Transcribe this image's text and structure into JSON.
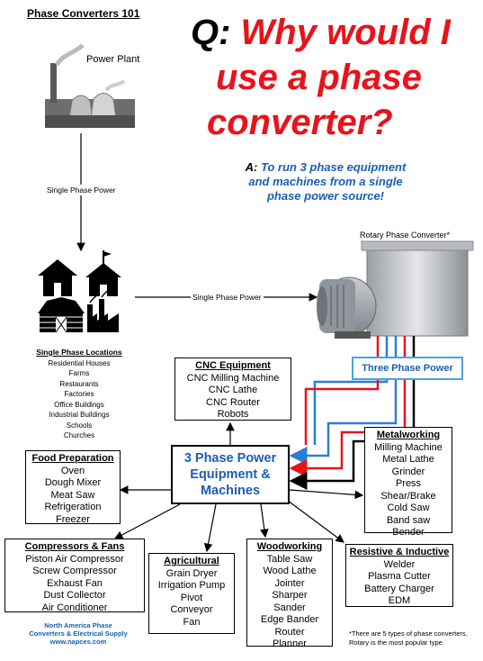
{
  "header": {
    "title": "Phase Converters 101",
    "q_prefix": "Q:",
    "q_line1": " Why would I",
    "q_line2": "use a phase",
    "q_line3": "converter?",
    "a_prefix": "A:",
    "a_text": " To run 3 phase equipment and machines from a single phase power source!"
  },
  "labels": {
    "power_plant": "Power Plant",
    "single_phase_vertical": "Single Phase Power",
    "single_phase_horizontal": "Single Phase Power",
    "rotary": "Rotary Phase Converter*",
    "three_phase_power": "Three Phase Power"
  },
  "locations": {
    "heading": "Single Phase Locations",
    "items": [
      "Residential Houses",
      "Farms",
      "Restaurants",
      "Factories",
      "Office Buildings",
      "Industrial Buildings",
      "Schools",
      "Churches"
    ]
  },
  "central": {
    "line1": "3 Phase Power",
    "line2": "Equipment &",
    "line3": "Machines"
  },
  "categories": {
    "cnc": {
      "heading": "CNC Equipment",
      "items": [
        "CNC Milling Machine",
        "CNC Lathe",
        "CNC Router",
        "Robots"
      ]
    },
    "food": {
      "heading": "Food Preparation",
      "items": [
        "Oven",
        "Dough Mixer",
        "Meat Saw",
        "Refrigeration",
        "Freezer"
      ]
    },
    "metal": {
      "heading": "Metalworking",
      "items": [
        "Milling Machine",
        "Metal Lathe",
        "Grinder",
        "Press",
        "Shear/Brake",
        "Cold Saw",
        "Band saw",
        "Bender"
      ]
    },
    "compressors": {
      "heading": "Compressors & Fans",
      "items": [
        "Piston Air Compressor",
        "Screw Compressor",
        "Exhaust Fan",
        "Dust Collector",
        "Air Conditioner"
      ]
    },
    "agri": {
      "heading": "Agricultural",
      "items": [
        "Grain Dryer",
        "Irrigation Pump",
        "Pivot",
        "Conveyor",
        "Fan"
      ]
    },
    "wood": {
      "heading": "Woodworking",
      "items": [
        "Table Saw",
        "Wood Lathe",
        "Jointer",
        "Sharper",
        "Sander",
        "Edge Bander",
        "Router",
        "Planner"
      ]
    },
    "resistive": {
      "heading": "Resistive & Inductive",
      "items": [
        "Welder",
        "Plasma Cutter",
        "Battery Charger",
        "EDM"
      ]
    }
  },
  "footer": {
    "line1": "North America Phase",
    "line2": "Converters & Electrical Supply",
    "line3": "www.napces.com"
  },
  "footnote": {
    "line1": "*There are 5 types of phase converters.",
    "line2": "Rotary is the most popular type."
  },
  "colors": {
    "red": "#e8131b",
    "blue": "#1a5fb4",
    "light_blue": "#4aa3df"
  }
}
